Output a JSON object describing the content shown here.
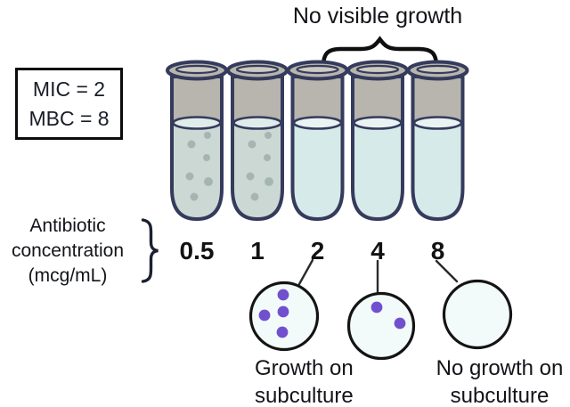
{
  "annotation_top": "No visible growth",
  "info_box": {
    "lines": [
      "MIC = 2",
      "MBC = 8"
    ]
  },
  "y_axis_label": {
    "lines": [
      "Antibiotic",
      "concentration",
      "(mcg/mL)"
    ]
  },
  "tubes": [
    {
      "concentration": "0.5",
      "visible_growth": true
    },
    {
      "concentration": "1",
      "visible_growth": true
    },
    {
      "concentration": "2",
      "visible_growth": false
    },
    {
      "concentration": "4",
      "visible_growth": false
    },
    {
      "concentration": "8",
      "visible_growth": false
    }
  ],
  "dishes": [
    {
      "from_concentration": "2",
      "colony_count": 4
    },
    {
      "from_concentration": "4",
      "colony_count": 2
    },
    {
      "from_concentration": "8",
      "colony_count": 0
    }
  ],
  "dish_labels": {
    "growth": {
      "lines": [
        "Growth on",
        "subculture"
      ]
    },
    "no_growth": {
      "lines": [
        "No growth on",
        "subculture"
      ]
    }
  },
  "colors": {
    "tube_outline": "#353b5c",
    "tube_lip": "#b8b5ad",
    "tube_lip_inner": "#cdcac3",
    "tube_headspace": "#b7b5ae",
    "broth_turbid": "#ccd8d4",
    "broth_clear": "#d6eae9",
    "broth_surface_turbid": "#e0ecea",
    "broth_surface_clear": "#e9f3f2",
    "turbidity_dot": "#a5b6b2",
    "dish_fill": "#f3fafa",
    "dish_outline": "#141414",
    "colony": "#7150cf",
    "connector": "#2a2a2a",
    "brace": "#0f0f0f",
    "text": "#15181f"
  }
}
